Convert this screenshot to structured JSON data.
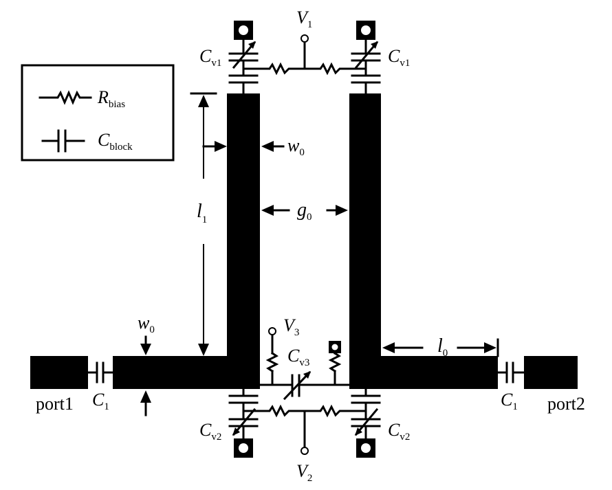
{
  "legend": {
    "resistor": {
      "symbol": "R",
      "sub": "bias"
    },
    "capacitor": {
      "symbol": "C",
      "sub": "block"
    }
  },
  "labels": {
    "v1_top": {
      "symbol": "V",
      "sub": "1"
    },
    "v2_bottom": {
      "symbol": "V",
      "sub": "2"
    },
    "v3": {
      "symbol": "V",
      "sub": "3"
    },
    "cv1_left": {
      "symbol": "C",
      "sub": "v1"
    },
    "cv1_right": {
      "symbol": "C",
      "sub": "v1"
    },
    "cv2_left": {
      "symbol": "C",
      "sub": "v2"
    },
    "cv2_right": {
      "symbol": "C",
      "sub": "v2"
    },
    "cv3": {
      "symbol": "C",
      "sub": "v3"
    },
    "c1_left": {
      "symbol": "C",
      "sub": "1"
    },
    "c1_right": {
      "symbol": "C",
      "sub": "1"
    },
    "w0_top": {
      "symbol": "w",
      "sub": "0"
    },
    "w0_left": {
      "symbol": "w",
      "sub": "0"
    },
    "l1": {
      "symbol": "l",
      "sub": "1"
    },
    "g0": {
      "symbol": "g",
      "sub": "0"
    },
    "l0": {
      "symbol": "l",
      "sub": "0"
    }
  },
  "ports": {
    "port1": "port1",
    "port2": "port2"
  }
}
